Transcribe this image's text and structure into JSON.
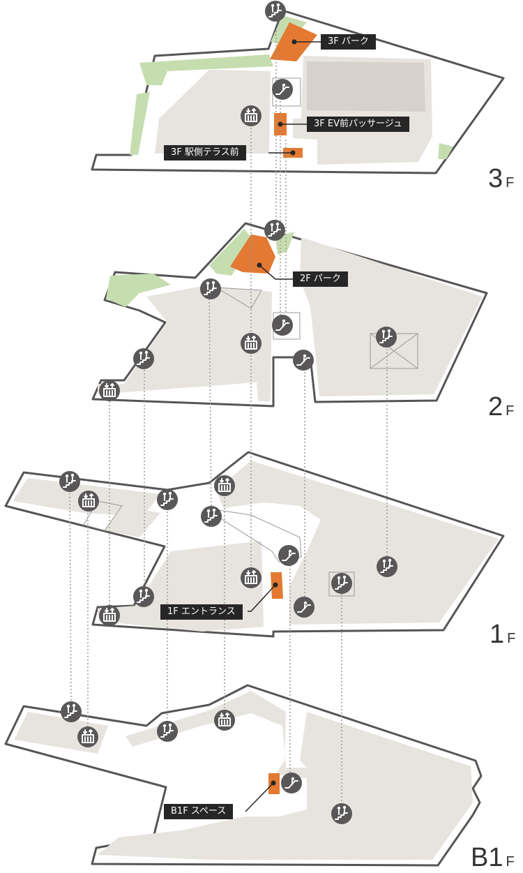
{
  "labels": {
    "park_3f": "3F パーク",
    "ev_passage_3f": "3F EV前パッサージュ",
    "station_terrace_3f": "3F 駅側テラス前",
    "park_2f": "2F パーク",
    "entrance_1f": "1F エントランス",
    "space_b1f": "B1F スペース"
  },
  "floors": {
    "f3": {
      "number": "3",
      "unit": "F"
    },
    "f2": {
      "number": "2",
      "unit": "F"
    },
    "f1": {
      "number": "1",
      "unit": "F"
    },
    "fb1": {
      "number": "B1",
      "unit": "F"
    }
  },
  "icons": {
    "escalator": "escalator-icon",
    "elevator": "elevator-icon",
    "stairs": "stairs-icon"
  },
  "colors": {
    "spot_highlight": "#e37932",
    "label_background": "#262626",
    "icon_background": "#595757",
    "shop_area": "#e7e4df",
    "green_area": "#c6ddb0"
  }
}
